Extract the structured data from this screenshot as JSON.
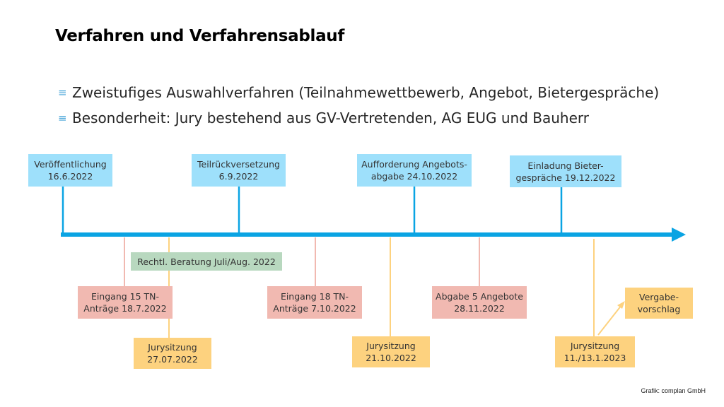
{
  "title": "Verfahren und Verfahrensablauf",
  "bullets": [
    "Zweistufiges Auswahlverfahren (Teilnahmewettbewerb, Angebot, Bietergespräche)",
    "Besonderheit: Jury bestehend aus GV-Vertretenden, AG EUG und Bauherr"
  ],
  "timeline": {
    "milestones_above": [
      {
        "text": "Veröffentlichung\n16.6.2022"
      },
      {
        "text": "Teilrückversetzung\n6.9.2022"
      },
      {
        "text": "Aufforderung Angebots-\nabgabe 24.10.2022"
      },
      {
        "text": "Einladung Bieter-\ngespräche 19.12.2022"
      }
    ],
    "events_below": [
      {
        "text": "Eingang 15 TN-\nAnträge 18.7.2022"
      },
      {
        "text": "Rechtl. Beratung Juli/Aug. 2022"
      },
      {
        "text": "Jurysitzung\n27.07.2022"
      },
      {
        "text": "Eingang 18 TN-\nAnträge 7.10.2022"
      },
      {
        "text": "Jurysitzung\n21.10.2022"
      },
      {
        "text": "Abgabe 5 Angebote\n28.11.2022"
      },
      {
        "text": "Jurysitzung\n11./13.1.2023"
      },
      {
        "text": "Vergabe-\nvorschlag"
      }
    ]
  },
  "colors": {
    "axis": "#0aa4e3",
    "milestone": "#9ee0fb",
    "submission": "#f1b9b1",
    "jury": "#fdd27f",
    "advice": "#b8d8bf"
  },
  "credit": "Grafik: complan GmbH"
}
